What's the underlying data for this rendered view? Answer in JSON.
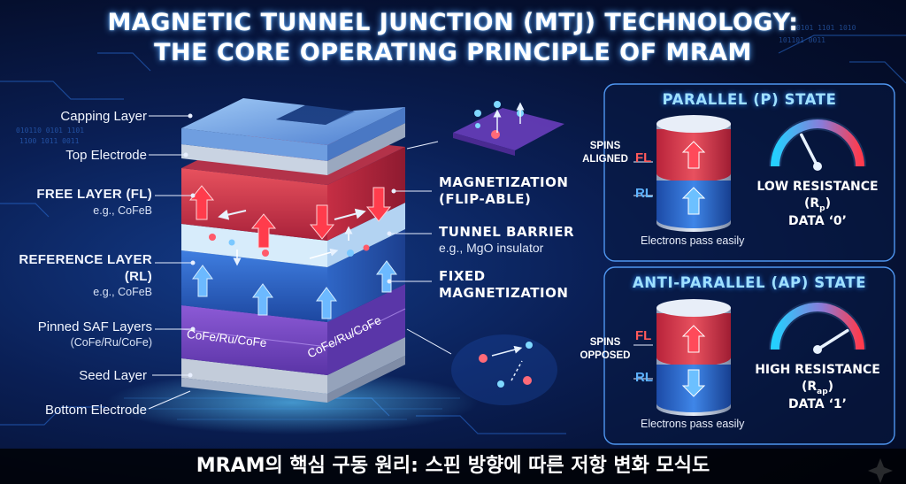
{
  "title": {
    "line1": "MAGNETIC TUNNEL JUNCTION (MTJ) TECHNOLOGY:",
    "line2": "THE CORE OPERATING PRINCIPLE OF MRAM"
  },
  "stack_labels": {
    "capping": "Capping Layer",
    "top_electrode": "Top Electrode",
    "free_layer": "FREE LAYER (FL)",
    "free_layer_material": "e.g., CoFeB",
    "reference_layer_1": "REFERENCE LAYER",
    "reference_layer_2": "(RL)",
    "reference_layer_material": "e.g., CoFeB",
    "pinned_saf": "Pinned SAF Layers",
    "pinned_saf_material": "(CoFe/Ru/CoFe)",
    "seed": "Seed Layer",
    "bottom_electrode": "Bottom Electrode",
    "saf_face_front": "CoFe/Ru/CoFe",
    "saf_face_side": "CoFe/Ru/CoFe"
  },
  "middle_labels": {
    "magnetization_1": "MAGNETIZATION",
    "magnetization_2": "(FLIP-ABLE)",
    "tunnel_barrier": "TUNNEL BARRIER",
    "tunnel_barrier_material": "e.g., MgO insulator",
    "fixed_1": "FIXED",
    "fixed_2": "MAGNETIZATION"
  },
  "parallel": {
    "title": "PARALLEL (P) STATE",
    "spins_1": "SPINS",
    "spins_2": "ALIGNED",
    "fl": "FL",
    "rl": "RL",
    "resistance": "LOW RESISTANCE",
    "symbol": "(R",
    "symbol_sub": "p",
    "symbol_end": ")",
    "data": "DATA ‘0’",
    "electrons": "Electrons pass easily",
    "gauge_level": 0.35
  },
  "antiparallel": {
    "title": "ANTI-PARALLEL (AP) STATE",
    "spins_1": "SPINS",
    "spins_2": "OPPOSED",
    "fl": "FL",
    "rl": "RL",
    "resistance": "HIGH RESISTANCE",
    "symbol": "(R",
    "symbol_sub": "ap",
    "symbol_end": ")",
    "data": "DATA ‘1’",
    "electrons": "Electrons pass easily",
    "gauge_level": 0.82
  },
  "caption": "MRAM의 핵심 구동 원리: 스핀 방향에 따른 저항 변화 모식도",
  "colors": {
    "free_layer": "#d8394a",
    "reference_layer": "#2d66c8",
    "saf": "#7a4bc8",
    "barrier": "#cfe9fb",
    "accent": "#4fb8ff"
  }
}
